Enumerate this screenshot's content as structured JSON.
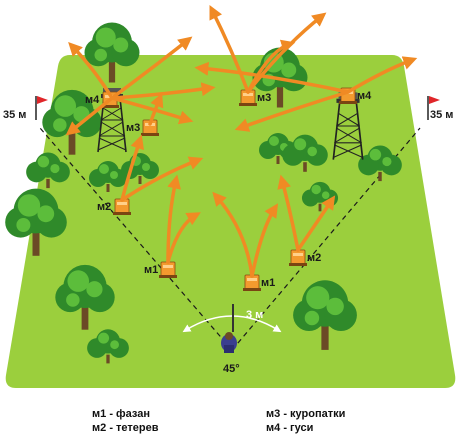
{
  "colors": {
    "field": "#9bcf3d",
    "arrow": "#f08a24",
    "trap": "#f39a2e",
    "tree_dark": "#2f8a2a",
    "tree_light": "#5cbd3b",
    "flag": "#e0262a"
  },
  "distance_labels": {
    "left_flag": "35 м",
    "right_flag": "35 м",
    "arc": "3 м",
    "angle": "45°"
  },
  "machines": {
    "m1_left": "м1",
    "m1_right": "м1",
    "m2_left": "м2",
    "m2_right": "м2",
    "m3_left": "м3",
    "m3_top": "м3",
    "m4_left": "м4",
    "m4_right": "м4"
  },
  "legend": [
    {
      "code": "м1",
      "sep": " - ",
      "name": "фазан"
    },
    {
      "code": "м2",
      "sep": " - ",
      "name": "тетерев"
    },
    {
      "code": "м3",
      "sep": " - ",
      "name": "куропатки"
    },
    {
      "code": "м4",
      "sep": " - ",
      "name": "гуси"
    }
  ],
  "icons": [
    "flag-icon",
    "tree-icon",
    "tower-icon",
    "trap-machine-icon",
    "shooter-icon",
    "arrow-icon"
  ]
}
